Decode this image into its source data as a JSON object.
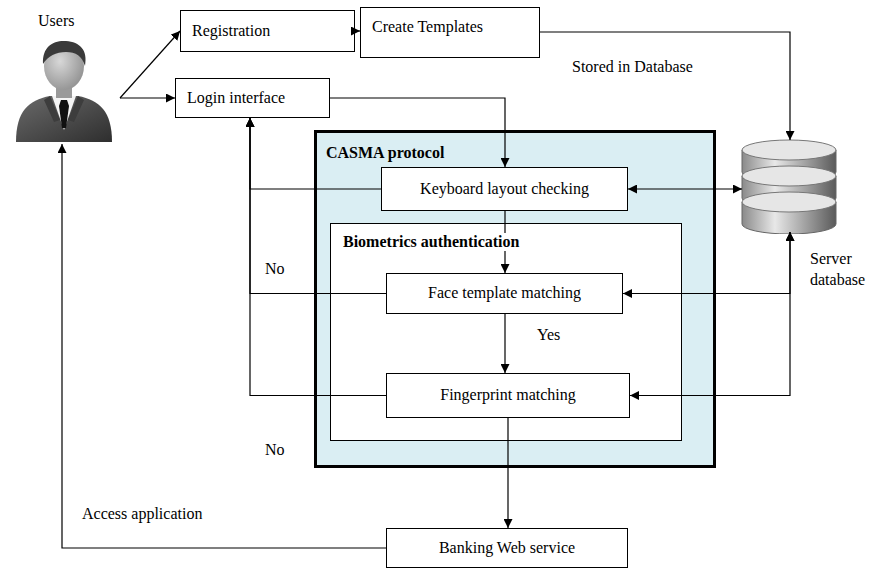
{
  "diagram": {
    "nodes": [
      {
        "text": [
          "Users"
        ]
      },
      {
        "text": [
          "Registration"
        ]
      },
      {
        "text": [
          "Create Templates"
        ]
      },
      {
        "text": [
          "Login interface"
        ]
      },
      {
        "text": [
          "CASMA protocol"
        ]
      },
      {
        "text": [
          "Keyboard layout checking"
        ],
        "in": 4
      },
      {
        "text": [
          "Biometrics authentication"
        ],
        "in": 4
      },
      {
        "text": [
          "Face template matching"
        ],
        "in": 6
      },
      {
        "text": [
          "Fingerprint matching"
        ],
        "in": 6
      },
      {
        "text": [
          "Banking Web service"
        ]
      },
      {
        "text": [
          "Server database"
        ]
      }
    ],
    "edges": [
      {
        "from": 0,
        "to": 1,
        "arrow": "to"
      },
      {
        "from": 0,
        "to": 3,
        "arrow": "to"
      },
      {
        "from": 1,
        "to": 2,
        "arrow": "to"
      },
      {
        "from": 2,
        "to": 10,
        "label": "Stored in Database",
        "arrow": "to"
      },
      {
        "from": 3,
        "to": 5,
        "arrow": "to"
      },
      {
        "from": 5,
        "to": 3,
        "arrow": "to"
      },
      {
        "from": 7,
        "to": 3,
        "label": "No",
        "arrow": "to"
      },
      {
        "from": 8,
        "to": 3,
        "label": "No",
        "arrow": "to"
      },
      {
        "from": 5,
        "to": 10,
        "arrow": "both"
      },
      {
        "from": 5,
        "to": 7,
        "arrow": "to"
      },
      {
        "from": 7,
        "to": 10,
        "arrow": "both"
      },
      {
        "from": 7,
        "to": 8,
        "label": "Yes",
        "arrow": "to"
      },
      {
        "from": 8,
        "to": 10,
        "arrow": "both"
      },
      {
        "from": 8,
        "to": 9,
        "arrow": "to"
      },
      {
        "from": 9,
        "to": 0,
        "label": "Access application",
        "arrow": "to"
      }
    ]
  }
}
